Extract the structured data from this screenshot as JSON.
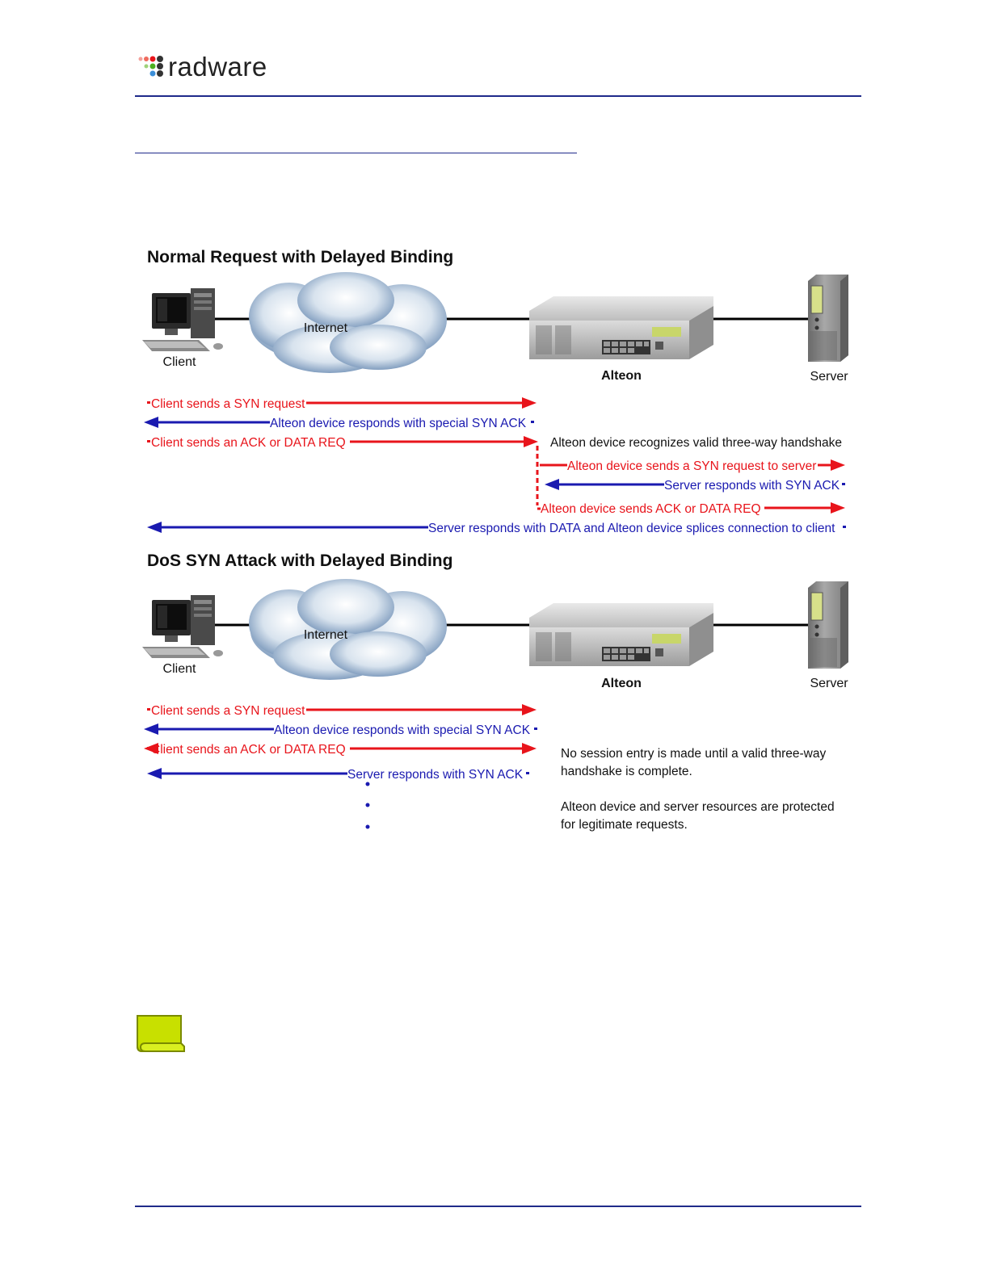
{
  "header": {
    "brand": "radware"
  },
  "diagram_normal": {
    "title": "Normal Request with Delayed Binding",
    "client_label": "Client",
    "internet_label": "Internet",
    "alteon_label": "Alteon",
    "server_label": "Server",
    "msg1": "Client sends a SYN request",
    "msg2": "Alteon device responds with special SYN ACK",
    "msg3": "Client sends an ACK or DATA REQ",
    "note": "Alteon device recognizes valid three-way handshake",
    "msg4": "Alteon device sends a SYN request to server",
    "msg5": "Server responds with SYN ACK",
    "msg6": "Alteon device sends ACK or DATA REQ",
    "msg7": "Server responds with DATA and Alteon device splices connection to client"
  },
  "diagram_dos": {
    "title": "DoS SYN Attack with Delayed Binding",
    "client_label": "Client",
    "internet_label": "Internet",
    "alteon_label": "Alteon",
    "server_label": "Server",
    "msg1": "Client sends a SYN request",
    "msg2": "Alteon device responds with special SYN ACK",
    "msg3": "Client sends an ACK or DATA REQ",
    "msg4": "Server responds with SYN ACK",
    "note1_line1": "No session entry is made until a valid three-way",
    "note1_line2": "handshake is complete.",
    "note2_line1": "Alteon device and server resources are protected",
    "note2_line2": "for legitimate requests."
  },
  "colors": {
    "red": "#e8141b",
    "blue": "#1a1ab0",
    "rule": "#1f2a8a",
    "note_icon": "#c8e000"
  }
}
